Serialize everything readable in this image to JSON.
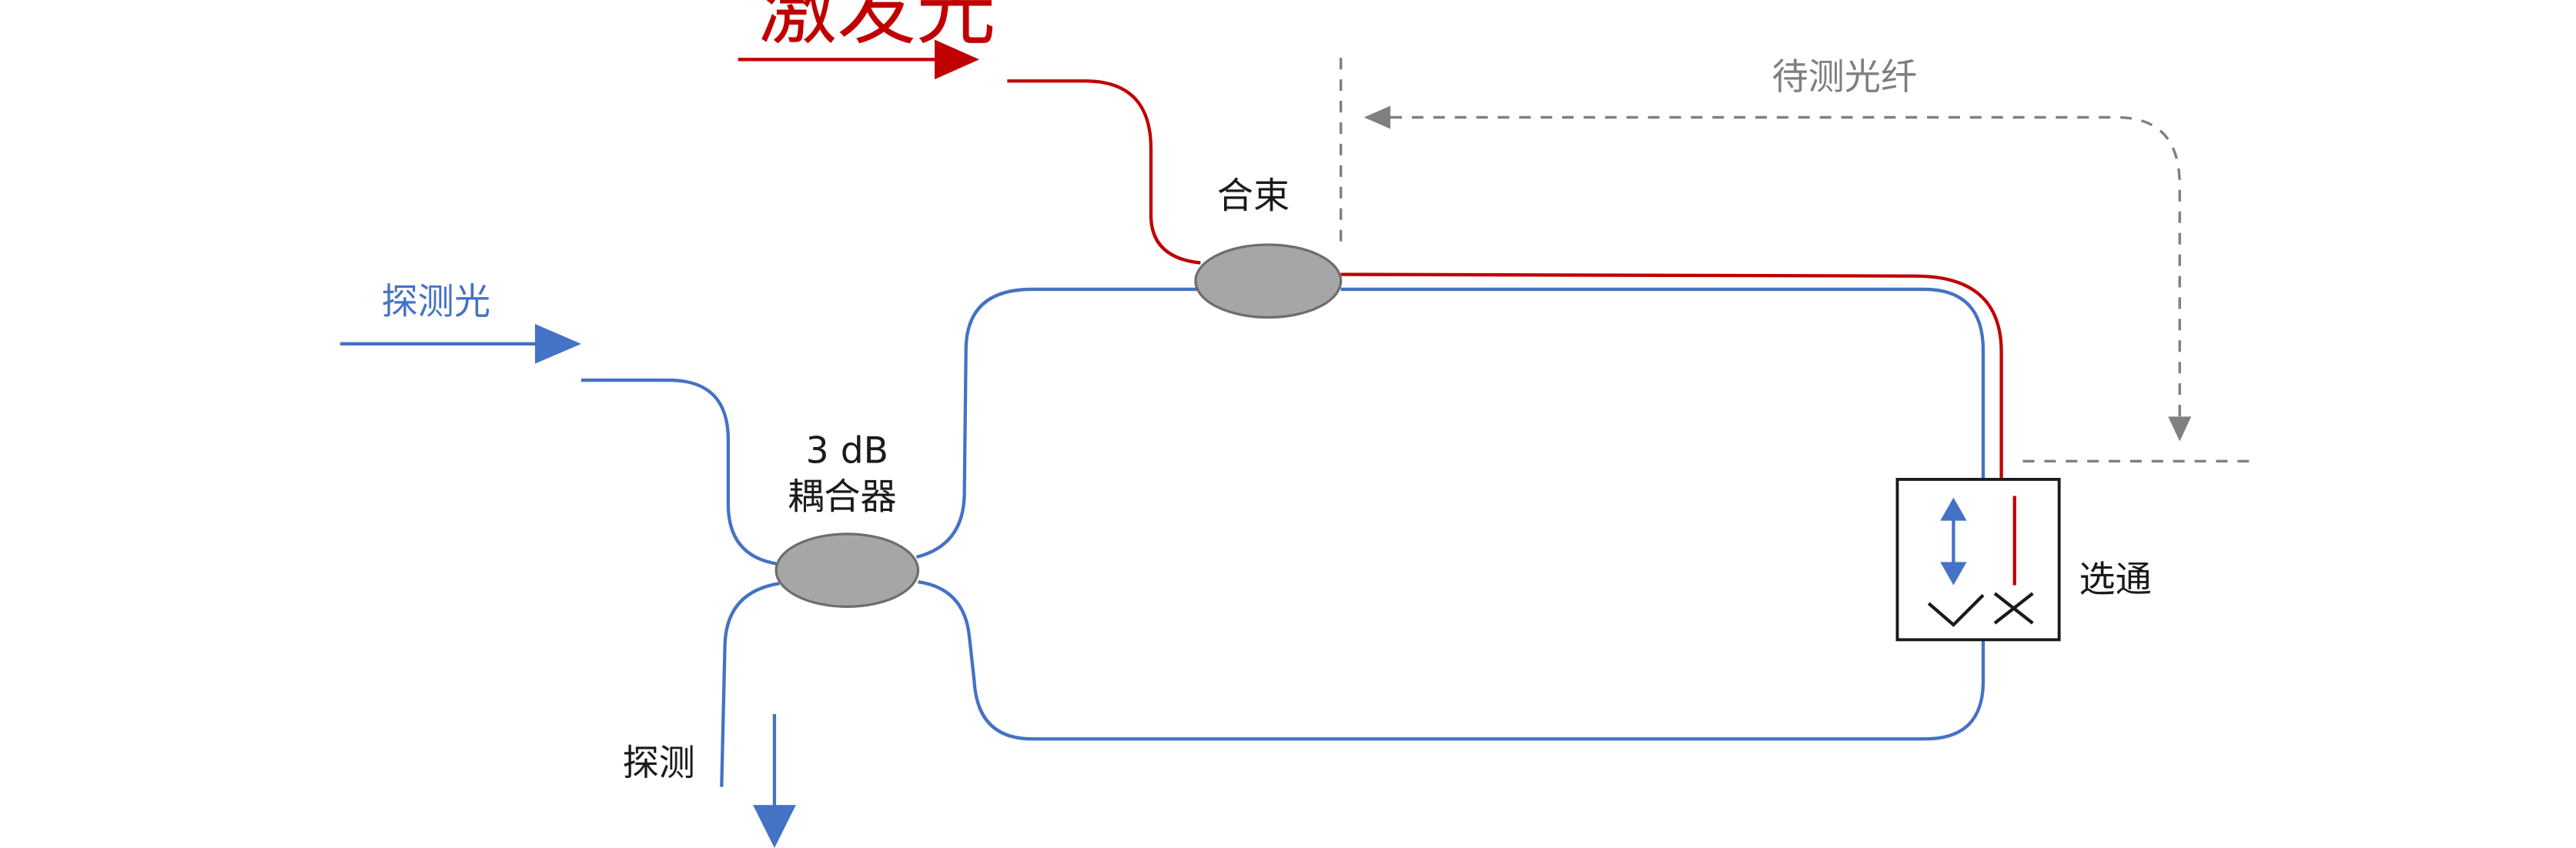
{
  "labels": {
    "pump": "激发光",
    "probe": "探测光",
    "combiner": "合束",
    "coupler_line1": "3 dB",
    "coupler_line2": "耦合器",
    "fiber_under_test": "待测光纤",
    "gate": "选通",
    "detect": "探测"
  },
  "colors": {
    "pump_red": "#c00000",
    "probe_blue": "#4472c4",
    "dashed_gray": "#808080",
    "component_fill": "#a6a6a6",
    "component_stroke": "#6d6d6d",
    "text_dark": "#1a1a1a",
    "text_gray": "#7f7f7f"
  }
}
